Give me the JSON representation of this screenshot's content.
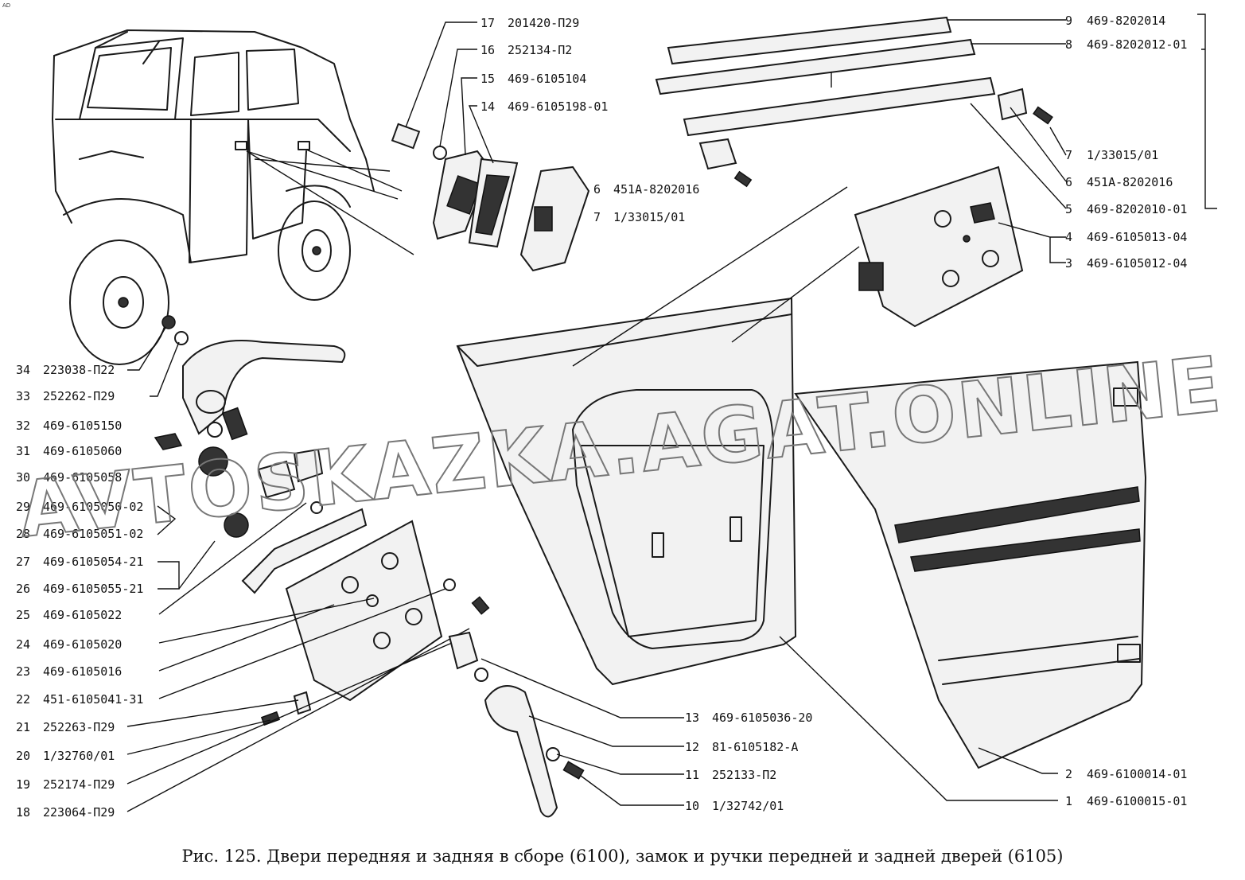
{
  "corner_mark": "AD",
  "caption": "Рис. 125. Двери передняя и задняя в сборе (6100), замок и ручки передней и задней дверей (6105)",
  "watermark": "AVTOSKAZKA.AGAT.ONLINE",
  "callouts_right": [
    {
      "num": "9",
      "code": "469-8202014"
    },
    {
      "num": "8",
      "code": "469-8202012-01"
    },
    {
      "num": "7",
      "code": "1/33015/01"
    },
    {
      "num": "6",
      "code": "451А-8202016"
    },
    {
      "num": "5",
      "code": "469-8202010-01"
    },
    {
      "num": "4",
      "code": "469-6105013-04"
    },
    {
      "num": "3",
      "code": "469-6105012-04"
    },
    {
      "num": "2",
      "code": "469-6100014-01"
    },
    {
      "num": "1",
      "code": "469-6100015-01"
    }
  ],
  "callouts_top": [
    {
      "num": "17",
      "code": "201420-П29"
    },
    {
      "num": "16",
      "code": "252134-П2"
    },
    {
      "num": "15",
      "code": "469-6105104"
    },
    {
      "num": "14",
      "code": "469-6105198-01"
    }
  ],
  "callouts_mid": [
    {
      "num": "6",
      "code": "451А-8202016"
    },
    {
      "num": "7",
      "code": "1/33015/01"
    }
  ],
  "callouts_left": [
    {
      "num": "34",
      "code": "223038-П22"
    },
    {
      "num": "33",
      "code": "252262-П29"
    },
    {
      "num": "32",
      "code": "469-6105150"
    },
    {
      "num": "31",
      "code": "469-6105060"
    },
    {
      "num": "30",
      "code": "469-6105058"
    },
    {
      "num": "29",
      "code": "469-6105050-02"
    },
    {
      "num": "28",
      "code": "469-6105051-02"
    },
    {
      "num": "27",
      "code": "469-6105054-21"
    },
    {
      "num": "26",
      "code": "469-6105055-21"
    },
    {
      "num": "25",
      "code": "469-6105022"
    },
    {
      "num": "24",
      "code": "469-6105020"
    },
    {
      "num": "23",
      "code": "469-6105016"
    },
    {
      "num": "22",
      "code": "451-6105041-31"
    },
    {
      "num": "21",
      "code": "252263-П29"
    },
    {
      "num": "20",
      "code": "1/32760/01"
    },
    {
      "num": "19",
      "code": "252174-П29"
    },
    {
      "num": "18",
      "code": "223064-П29"
    }
  ],
  "callouts_bottom": [
    {
      "num": "13",
      "code": "469-6105036-20"
    },
    {
      "num": "12",
      "code": "81-6105182-А"
    },
    {
      "num": "11",
      "code": "252133-П2"
    },
    {
      "num": "10",
      "code": "1/32742/01"
    }
  ]
}
